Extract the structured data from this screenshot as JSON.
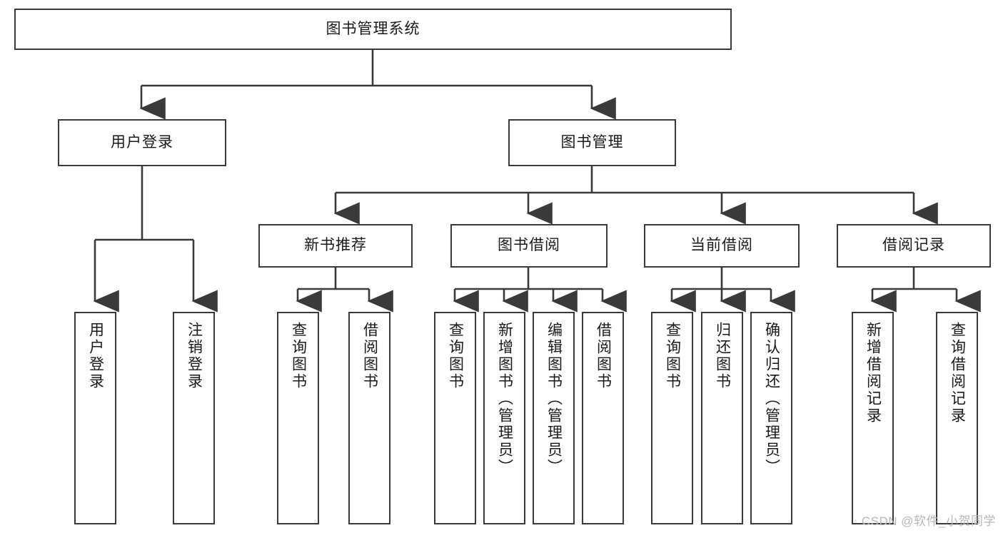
{
  "diagram": {
    "title": "图书管理系统",
    "type": "hierarchy-tree",
    "watermark": "CSDN @软件_小贺同学",
    "colors": {
      "background": "#ffffff",
      "node_border": "#3a3a3a",
      "node_fill": "#ffffff",
      "edge": "#3a3a3a",
      "text": "#1a1a1a",
      "watermark": "#b9b9b9"
    },
    "levels": {
      "root": {
        "label": "图书管理系统"
      },
      "level2": [
        {
          "label": "用户登录"
        },
        {
          "label": "图书管理"
        }
      ],
      "level3": [
        {
          "label": "新书推荐"
        },
        {
          "label": "图书借阅"
        },
        {
          "label": "当前借阅"
        },
        {
          "label": "借阅记录"
        }
      ],
      "leaves": {
        "user_login": [
          {
            "label": "用户登录"
          },
          {
            "label": "注销登录"
          }
        ],
        "new_book_recommend": [
          {
            "label": "查询图书"
          },
          {
            "label": "借阅图书"
          }
        ],
        "book_borrow": [
          {
            "label": "查询图书"
          },
          {
            "label": "新增图书（管理员）"
          },
          {
            "label": "编辑图书（管理员）"
          },
          {
            "label": "借阅图书"
          }
        ],
        "current_borrow": [
          {
            "label": "查询图书"
          },
          {
            "label": "归还图书"
          },
          {
            "label": "确认归还（管理员）"
          }
        ],
        "borrow_record": [
          {
            "label": "新增借阅记录"
          },
          {
            "label": "查询借阅记录"
          }
        ]
      }
    }
  }
}
